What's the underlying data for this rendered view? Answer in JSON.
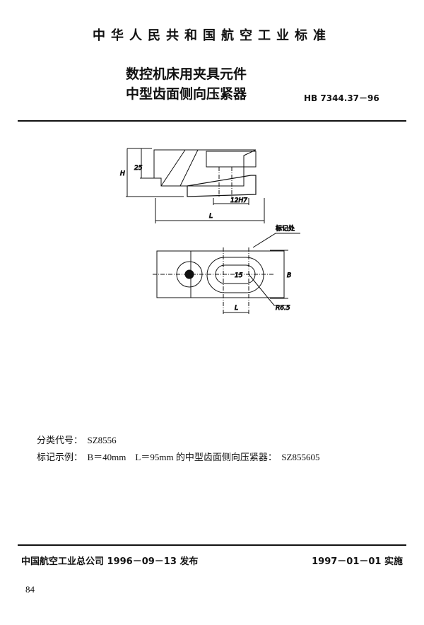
{
  "header": {
    "organization": "中华人民共和国航空工业标准",
    "title_line1": "数控机床用夹具元件",
    "title_line2": "中型齿面侧向压紧器",
    "standard_code": "HB 7344.37－96"
  },
  "drawing": {
    "labels": {
      "H": "H",
      "height_25": "25",
      "bore": "12H7",
      "length_L": "L",
      "marking": "标记处",
      "slot_15": "15",
      "width_B": "B",
      "slot_L": "L",
      "radius": "R6.5"
    }
  },
  "notes": {
    "class_code_label": "分类代号：",
    "class_code": "SZ8556",
    "example_label": "标记示例：",
    "example_text": "B＝40mm　L＝95mm 的中型齿面侧向压紧器：",
    "example_code": "SZ855605"
  },
  "footer": {
    "issued": "中国航空工业总公司 1996－09－13 发布",
    "effective": "1997－01－01 实施",
    "page_number": "84"
  }
}
